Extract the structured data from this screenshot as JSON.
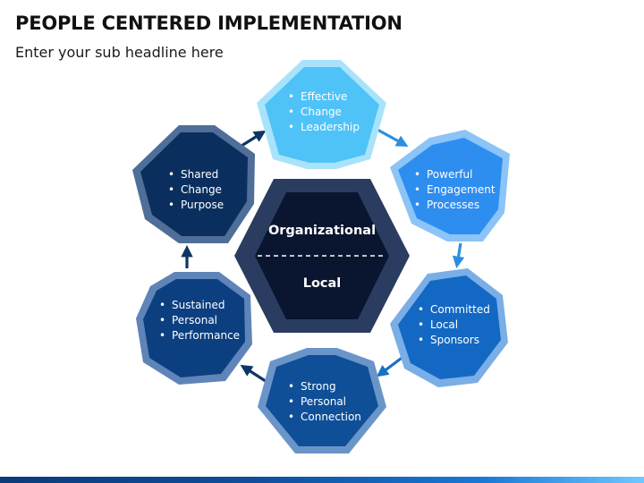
{
  "title": "PEOPLE CENTERED IMPLEMENTATION",
  "subtitle": "Enter your sub headline here",
  "center": {
    "top_label": "Organizational",
    "bottom_label": "Local"
  },
  "nodes": [
    {
      "id": "effective-change-leadership",
      "items": [
        "Effective",
        "Change",
        "Leadership"
      ],
      "fill": "#4fc3f7",
      "border": "#a9e3fb"
    },
    {
      "id": "powerful-engagement-processes",
      "items": [
        "Powerful",
        "Engagement",
        "Processes"
      ],
      "fill": "#2d8ef0",
      "border": "#8cc4f7"
    },
    {
      "id": "committed-local-sponsors",
      "items": [
        "Committed",
        "Local",
        "Sponsors"
      ],
      "fill": "#1368c4",
      "border": "#7aaee6"
    },
    {
      "id": "strong-personal-connection",
      "items": [
        "Strong",
        "Personal",
        "Connection"
      ],
      "fill": "#0f4f98",
      "border": "#6a95c8"
    },
    {
      "id": "sustained-personal-performance",
      "items": [
        "Sustained",
        "Personal",
        "Performance"
      ],
      "fill": "#0c3f80",
      "border": "#5f84b8"
    },
    {
      "id": "shared-change-purpose",
      "items": [
        "Shared",
        "Change",
        "Purpose"
      ],
      "fill": "#0a2f5e",
      "border": "#4f6e98"
    }
  ],
  "colors": {
    "center_fill": "#0a1530",
    "center_border": "#2a3d60",
    "arrow_light": "#2a8fe0",
    "arrow_dark": "#0d3566"
  }
}
